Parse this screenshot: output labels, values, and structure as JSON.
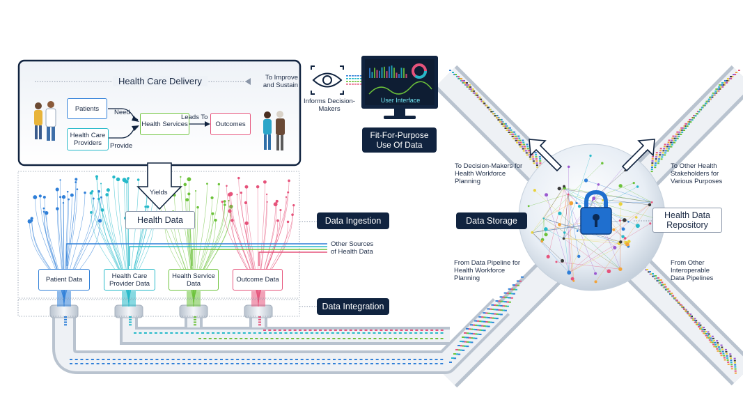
{
  "delivery": {
    "title": "Health Care Delivery",
    "patients": "Patients",
    "providers": "Health Care Providers",
    "services": "Health Services",
    "outcomes": "Outcomes",
    "need": "Need",
    "provide": "Provide",
    "leads_to": "Leads To"
  },
  "flow": {
    "yields": "Yields",
    "health_data": "Health Data",
    "to_improve": "To Improve and Sustain",
    "informs": "Informs Decision-Makers",
    "user_interface": "User Interface",
    "fit_for_purpose": "Fit-For-Purpose Use Of Data"
  },
  "data_boxes": {
    "patient": "Patient Data",
    "provider": "Health Care Provider Data",
    "service": "Health Service Data",
    "outcome": "Outcome Data"
  },
  "stages": {
    "ingestion": "Data Ingestion",
    "integration": "Data Integration",
    "storage": "Data Storage"
  },
  "labels": {
    "other_sources": "Other Sources of Health Data",
    "repository": "Health Data Repository",
    "to_decision_makers": "To Decision-Makers for Health Workforce Planning",
    "to_other_stakeholders": "To Other Health Stakeholders for Various Purposes",
    "from_pipeline": "From Data Pipeline for Health Workforce Planning",
    "from_other": "From Other Interoperable Data Pipelines"
  },
  "colors": {
    "navy": "#10233f",
    "patient_blue": "#2f7fd8",
    "provider_teal": "#25b9c9",
    "service_green": "#6cc23a",
    "outcome_pink": "#e6537b",
    "pipe_grey": "#c9d1dc"
  },
  "icons": [
    "eye-icon",
    "padlock-icon",
    "monitor-icon",
    "people-illustration"
  ]
}
